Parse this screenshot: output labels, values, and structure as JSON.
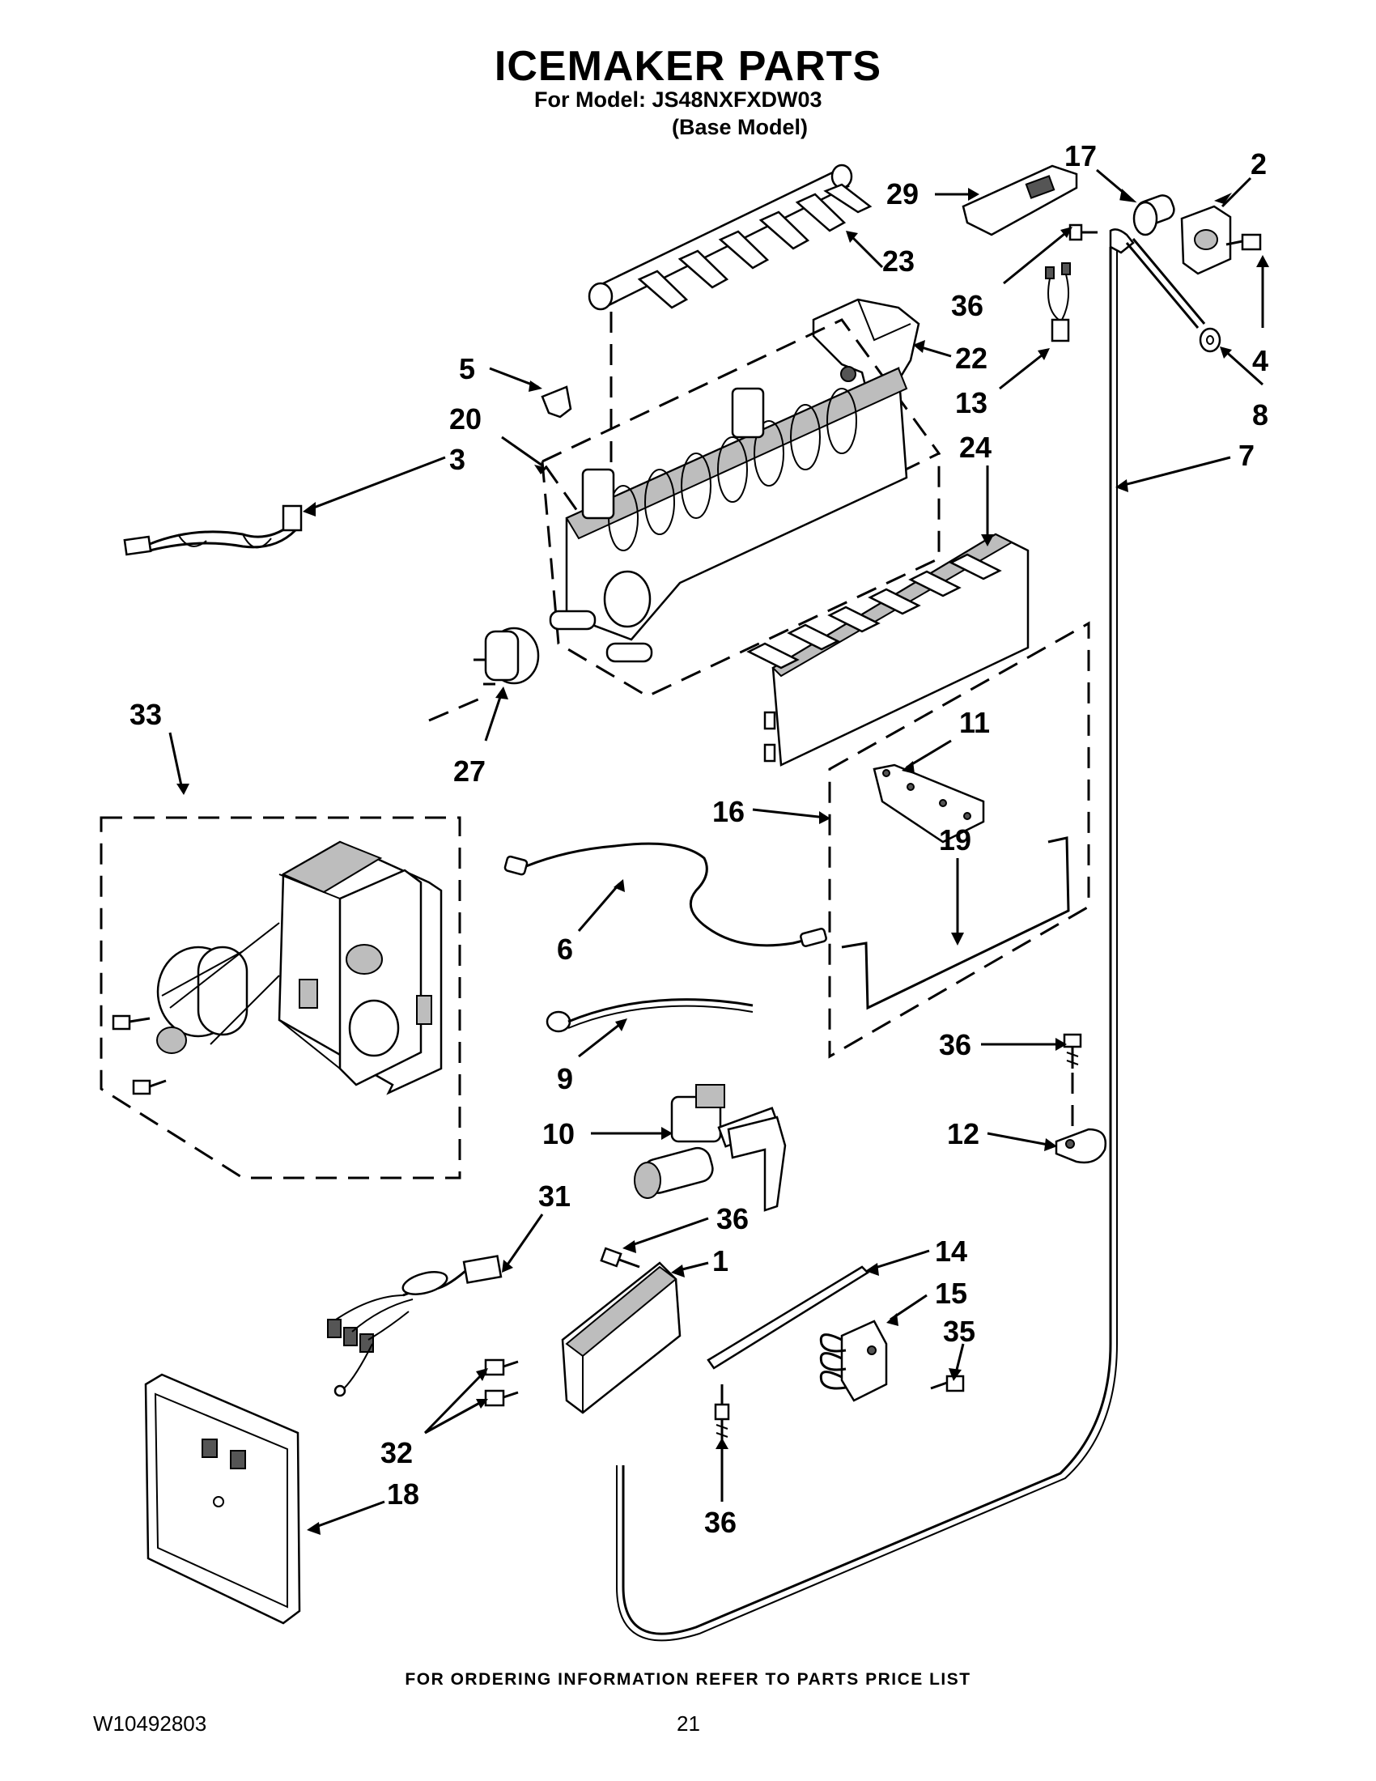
{
  "header": {
    "title": "ICEMAKER PARTS",
    "model_line": "For Model: JS48NXFXDW03",
    "base_model": "(Base Model)"
  },
  "callouts": {
    "c17": "17",
    "c2": "2",
    "c29": "29",
    "c23": "23",
    "c36a": "36",
    "c4": "4",
    "c22": "22",
    "c5": "5",
    "c13": "13",
    "c8": "8",
    "c20": "20",
    "c3": "3",
    "c24": "24",
    "c7": "7",
    "c33": "33",
    "c27": "27",
    "c11": "11",
    "c16": "16",
    "c19": "19",
    "c6": "6",
    "c9": "9",
    "c36b": "36",
    "c10": "10",
    "c12": "12",
    "c31": "31",
    "c36c": "36",
    "c1": "1",
    "c14": "14",
    "c15": "15",
    "c35": "35",
    "c32": "32",
    "c18": "18",
    "c36d": "36"
  },
  "footer": {
    "note": "FOR ORDERING INFORMATION REFER TO PARTS PRICE LIST",
    "doc_id": "W10492803",
    "page_number": "21"
  }
}
